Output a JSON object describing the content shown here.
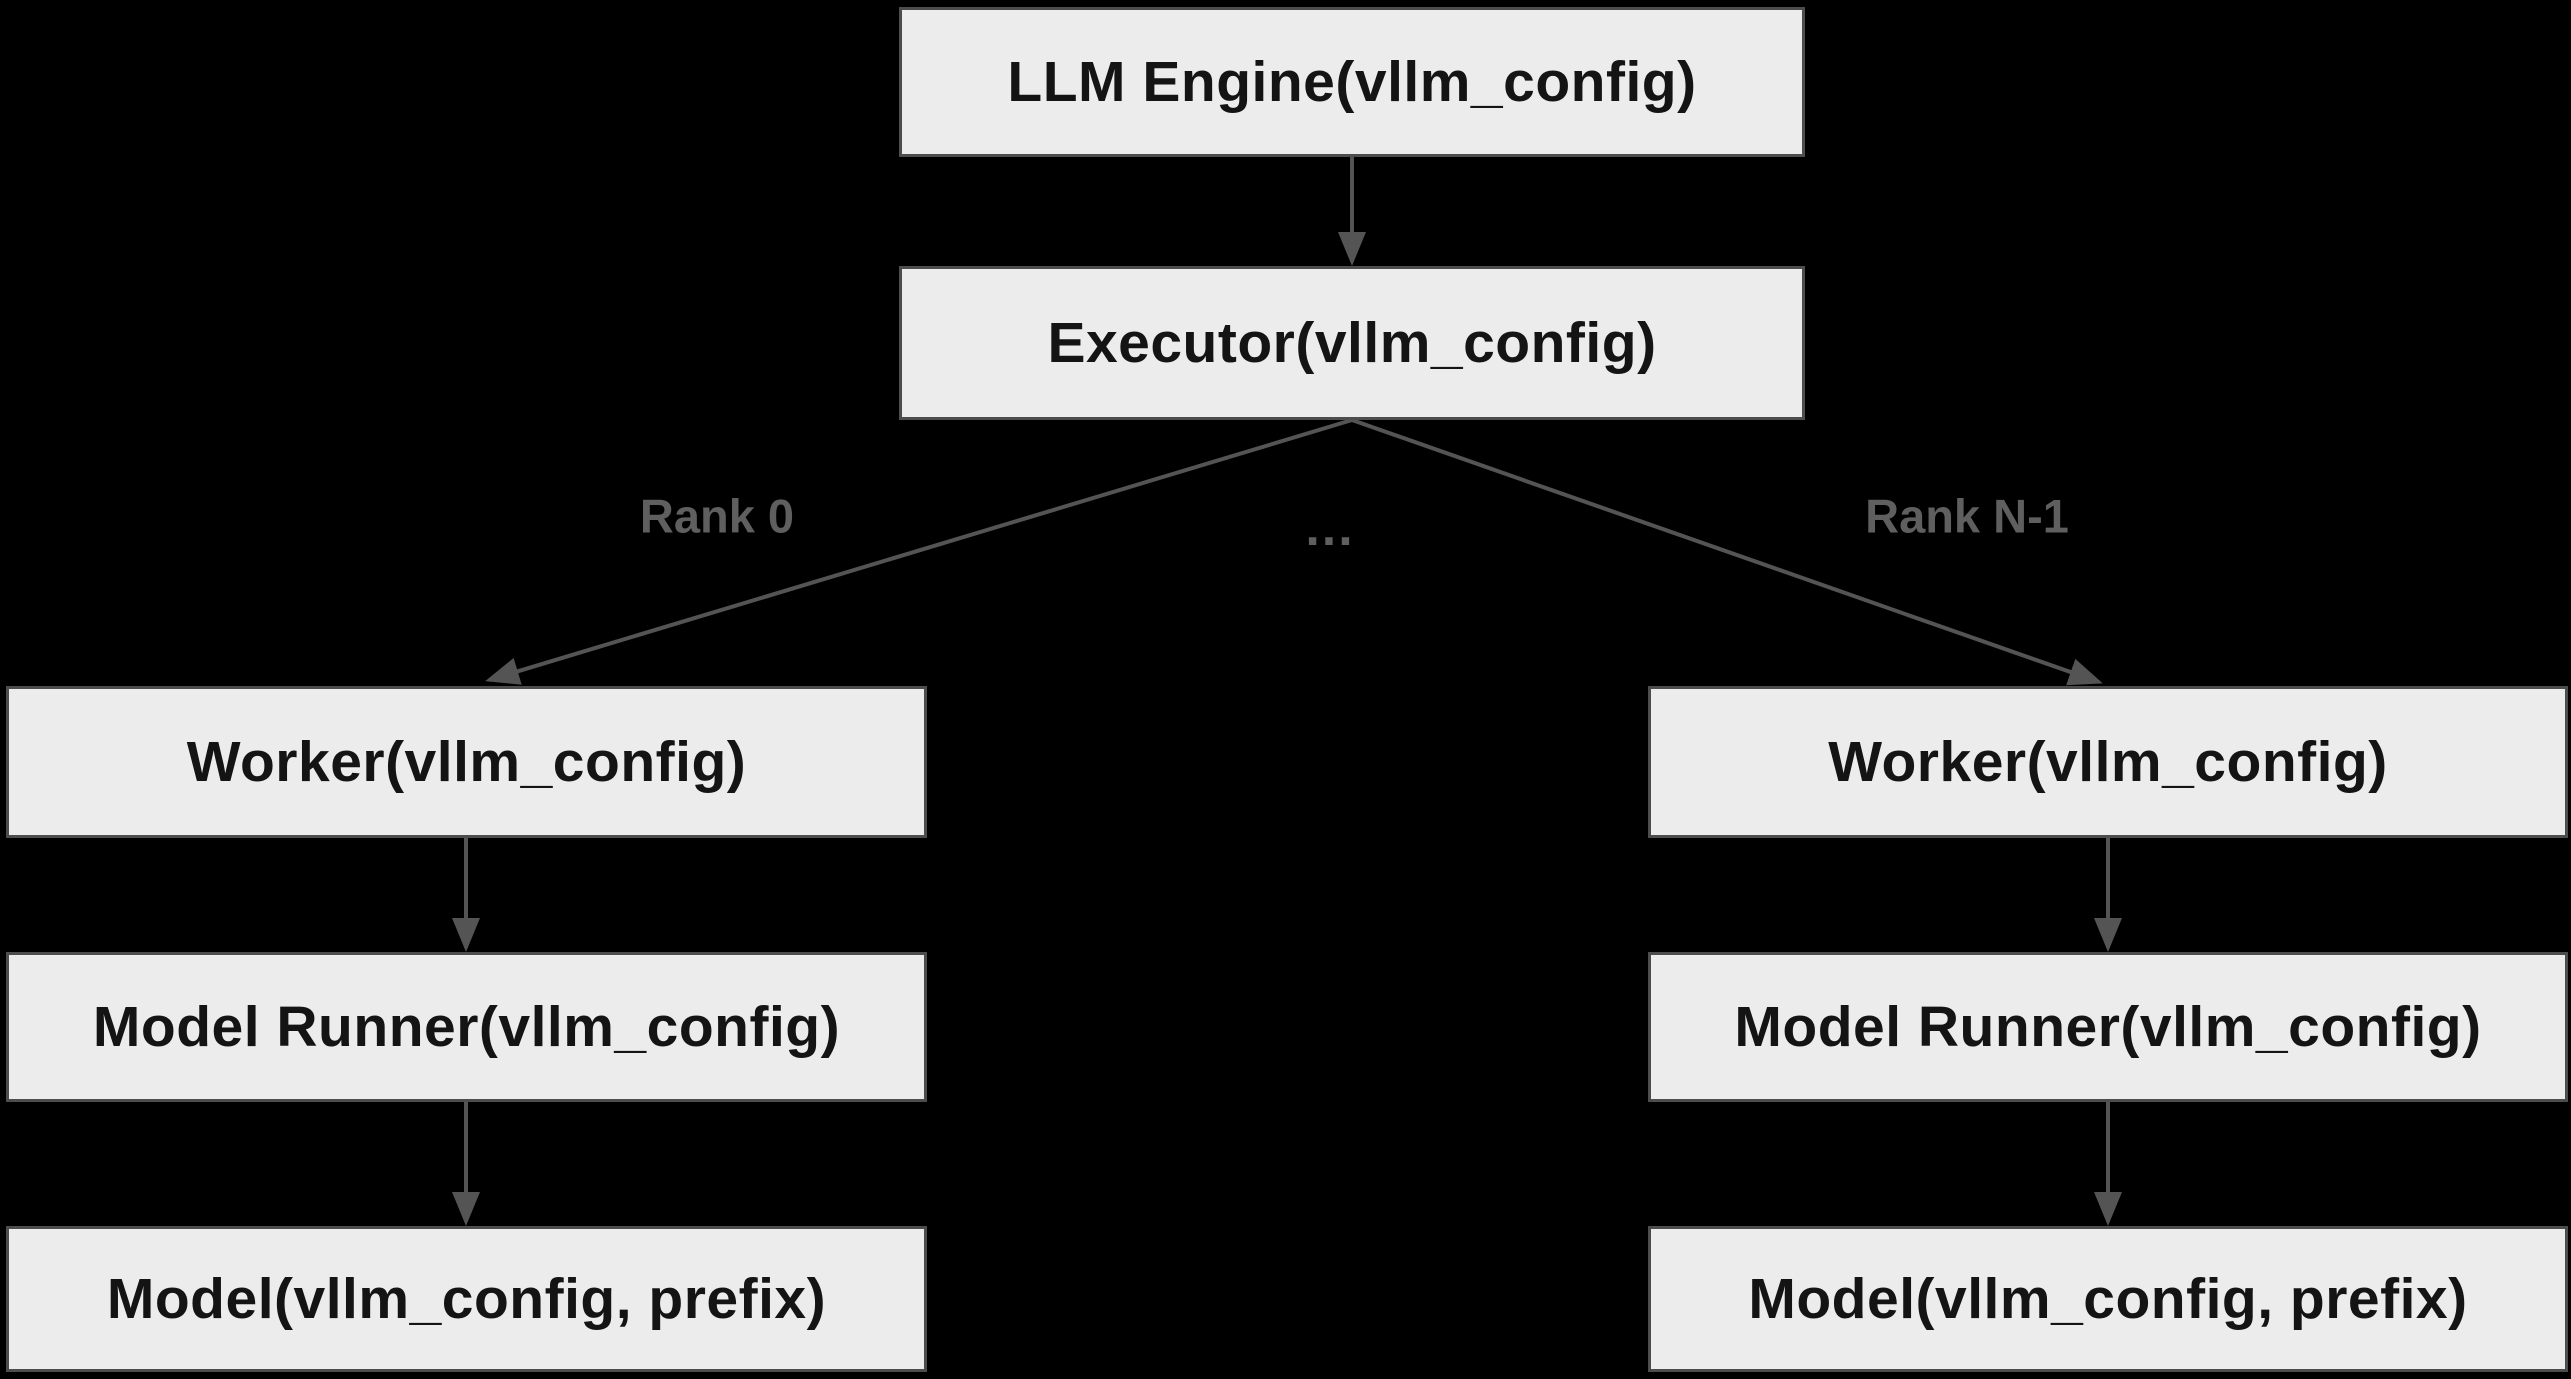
{
  "diagram": {
    "title_implicit": "vLLM engine-executor-worker hierarchy",
    "nodes": {
      "llm_engine": "LLM Engine(vllm_config)",
      "executor": "Executor(vllm_config)",
      "worker_left": "Worker(vllm_config)",
      "model_runner_left": "Model Runner(vllm_config)",
      "model_left": "Model(vllm_config, prefix)",
      "worker_right": "Worker(vllm_config)",
      "model_runner_right": "Model Runner(vllm_config)",
      "model_right": "Model(vllm_config, prefix)"
    },
    "edges": [
      {
        "from": "llm_engine",
        "to": "executor",
        "label": ""
      },
      {
        "from": "executor",
        "to": "worker_left",
        "label": "Rank 0"
      },
      {
        "from": "executor",
        "to": "worker_right",
        "label": "Rank N-1"
      },
      {
        "from": "worker_left",
        "to": "model_runner_left",
        "label": ""
      },
      {
        "from": "model_runner_left",
        "to": "model_left",
        "label": ""
      },
      {
        "from": "worker_right",
        "to": "model_runner_right",
        "label": ""
      },
      {
        "from": "model_runner_right",
        "to": "model_right",
        "label": ""
      }
    ],
    "ellipsis": "..."
  },
  "colors": {
    "background": "#000000",
    "box_fill": "#ececec",
    "box_border": "#4d4d4d",
    "arrow": "#545454",
    "edge_label": "#5f5f5f",
    "node_text": "#141414"
  }
}
